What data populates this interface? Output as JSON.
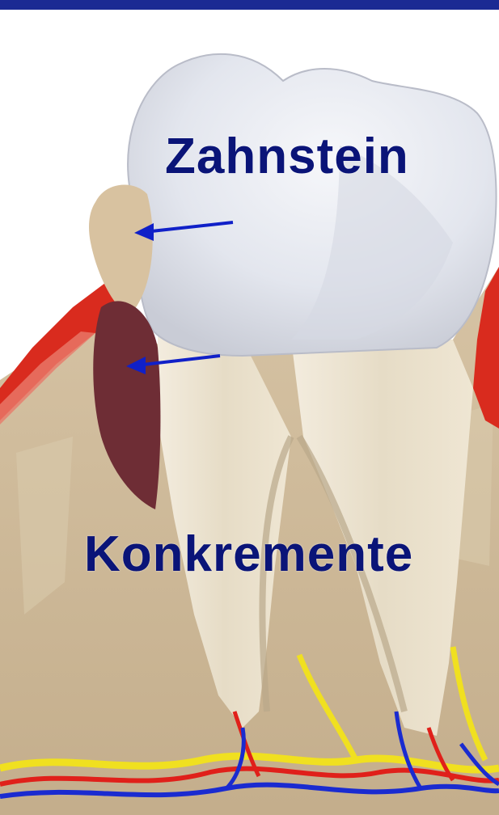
{
  "labels": {
    "zahnstein": "Zahnstein",
    "konkremente": "Konkremente"
  },
  "colors": {
    "top_bar": "#1b2a93",
    "label_text": "#0a1478",
    "arrow": "#1020c8",
    "tooth": "#e8ecf2",
    "bone": "#c8b493",
    "gum": "#d92b1e",
    "calculus": "#d8c2a0",
    "concrement": "#6e2d35",
    "vein": "#1a2bd0",
    "artery": "#e0201a",
    "nerve": "#f0e020"
  },
  "icons": [
    "tooth-illustration",
    "arrow-left-icon"
  ]
}
